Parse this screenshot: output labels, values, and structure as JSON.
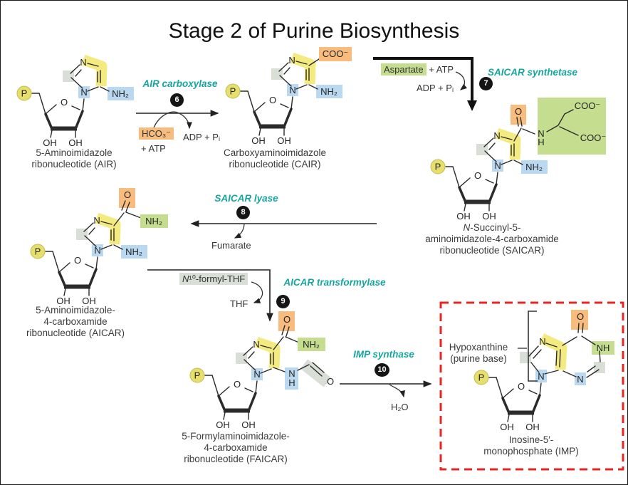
{
  "title": "Stage 2 of Purine Biosynthesis",
  "colors": {
    "teal": "#17a5a0",
    "hl_yellow": "#f3eb80",
    "hl_orange": "#f7bc7e",
    "hl_blue": "#bad9f0",
    "hl_green": "#c5dd8e",
    "hl_gray": "#d9ded7",
    "p_circle": "#e6df6c",
    "step": "#151515",
    "red_box": "#ea2420"
  },
  "atoms": {
    "N": "N",
    "O": "O",
    "OH": "OH",
    "P": "P",
    "NH2": "NH₂",
    "NH": "NH",
    "H": "H",
    "COO": "COO⁻"
  },
  "steps": {
    "s6": "6",
    "s7": "7",
    "s8": "8",
    "s9": "9",
    "s10": "10"
  },
  "enzymes": {
    "e6": "AIR carboxylase",
    "e7": "SAICAR synthetase",
    "e8": "SAICAR lyase",
    "e9": "AICAR transformylase",
    "e10": "IMP synthase"
  },
  "reagents": {
    "hco3": "HCO₃⁻",
    "plus_atp": "+ ATP",
    "adp_pi": "ADP + Pᵢ",
    "aspartate": "Aspartate",
    "atp_inline": "+ ATP",
    "adp_pi7": "ADP + Pᵢ",
    "fumarate": "Fumarate",
    "n10_italic": "N",
    "n10_rest": "¹⁰-formyl-THF",
    "thf": "THF",
    "h2o": "H₂O"
  },
  "compounds": {
    "air": {
      "l1": "5-Aminoimidazole",
      "l2": "ribonucleotide (AIR)"
    },
    "cair": {
      "l1": "Carboxyaminoimidazole",
      "l2": "ribonucleotide (CAIR)"
    },
    "saicar": {
      "l1_italic": "N",
      "l1": "-Succinyl-5-",
      "l2": "aminoimidazole-4-carboxamide",
      "l3": "ribonucleotide (SAICAR)"
    },
    "aicar": {
      "l1": "5-Aminoimidazole-",
      "l2": "4-carboxamide",
      "l3": "ribonucleotide (AICAR)"
    },
    "faicar": {
      "l1": "5-Formylaminoimidazole-",
      "l2": "4-carboxamide",
      "l3": "ribonucleotide (FAICAR)"
    },
    "imp": {
      "l1": "Inosine-5′-",
      "l2": "monophosphate (IMP)"
    },
    "hypoxanthine": {
      "l1": "Hypoxanthine",
      "l2": "(purine base)"
    }
  }
}
